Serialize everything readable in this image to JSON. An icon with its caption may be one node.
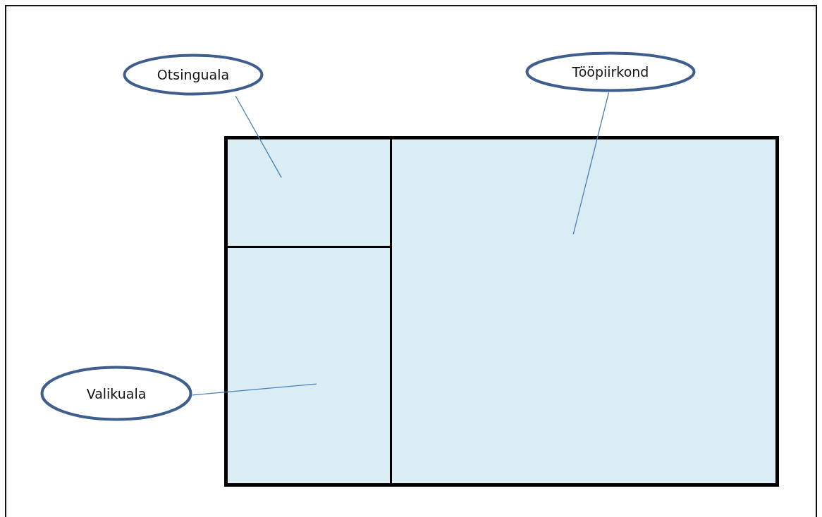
{
  "diagram": {
    "nodes": [
      {
        "text": [
          "Otsinguala"
        ]
      },
      {
        "text": [
          "Tööpiirkond"
        ]
      },
      {
        "text": [
          "Valikuala"
        ]
      },
      {
        "text": [],
        "shape": "box"
      },
      {
        "text": [],
        "shape": "box",
        "in": 3
      },
      {
        "text": [],
        "shape": "box",
        "in": 3
      },
      {
        "text": [],
        "shape": "box",
        "in": 3
      }
    ],
    "edges": [
      {
        "from": 0,
        "to": 4,
        "arrow": "none"
      },
      {
        "from": 1,
        "to": 5,
        "arrow": "none"
      },
      {
        "from": 2,
        "to": 6,
        "arrow": "none"
      }
    ]
  }
}
